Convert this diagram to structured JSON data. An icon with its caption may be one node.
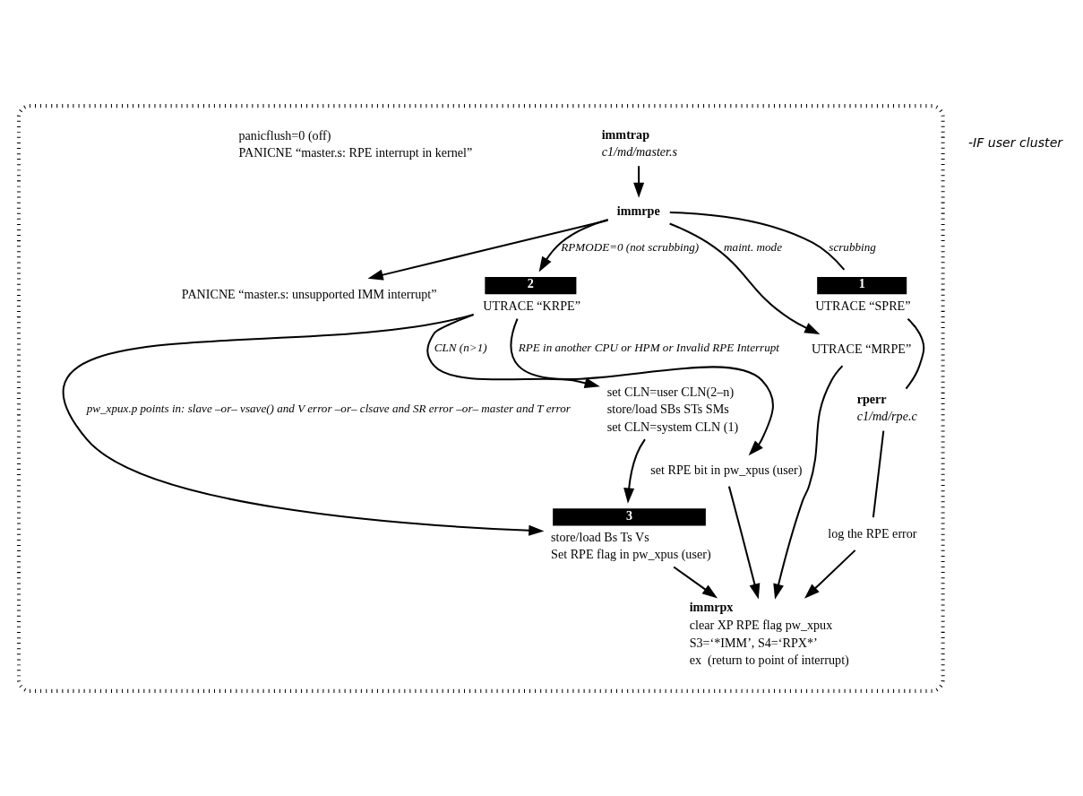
{
  "diagram": {
    "nodes": [
      {
        "text": [],
        "shape": "box"
      },
      {
        "text": [
          "immtrap",
          "c1/md/master.s"
        ],
        "in": 0
      },
      {
        "text": [
          "immrpe"
        ],
        "in": 0
      },
      {
        "text": [
          "PANICNE “master.s: unsupported IMM interrupt”"
        ],
        "in": 0
      },
      {
        "text": [
          "2",
          "UTRACE “KRPE”"
        ],
        "in": 0
      },
      {
        "text": [
          "UTRACE “MRPE”"
        ],
        "in": 0
      },
      {
        "text": [
          "1",
          "UTRACE “SPRE”"
        ],
        "in": 0
      },
      {
        "text": [
          "rperr",
          "c1/md/rpe.c"
        ],
        "in": 0
      },
      {
        "text": [
          "log the RPE error"
        ],
        "in": 0
      },
      {
        "text": [
          "set CLN=user CLN(2–n)",
          "store/load SBs STs SMs",
          "set CLN=system CLN (1)"
        ],
        "in": 0
      },
      {
        "text": [
          "set RPE bit in pw_xpus (user)"
        ],
        "in": 0
      },
      {
        "text": [
          "3",
          "store/load Bs Ts Vs",
          "Set RPE flag in pw_xpus (user)"
        ],
        "in": 0
      },
      {
        "text": [
          "panicflush=0 (off)",
          "PANICNE “master.s: RPE interrupt in kernel”"
        ],
        "in": 0
      },
      {
        "text": [
          "immrpx",
          "clear XP RPE flag pw_xpux",
          "S3=‘*IMM’, S4=‘RPX*’",
          "ex  (return to point of interrupt)"
        ],
        "in": 0
      }
    ],
    "edges": [
      {
        "from": 1,
        "to": 2,
        "arrow": "to"
      },
      {
        "from": 2,
        "to": 3,
        "arrow": "to"
      },
      {
        "from": 2,
        "to": 4,
        "label": "RPMODE=0 (not scrubbing)",
        "arrow": "to"
      },
      {
        "from": 2,
        "to": 5,
        "label": "maint. mode",
        "arrow": "to"
      },
      {
        "from": 2,
        "to": 6,
        "label": "scrubbing",
        "arrow": "none"
      },
      {
        "from": 6,
        "to": 7,
        "arrow": "none"
      },
      {
        "from": 7,
        "to": 8,
        "arrow": "none"
      },
      {
        "from": 8,
        "to": 13,
        "arrow": "to"
      },
      {
        "from": 5,
        "to": 13,
        "arrow": "to"
      },
      {
        "from": 4,
        "to": 9,
        "label": "CLN (n>1)",
        "arrow": "to"
      },
      {
        "from": 4,
        "to": 10,
        "label": "RPE in another CPU or HPM or Invalid RPE Interrupt",
        "arrow": "to"
      },
      {
        "from": 4,
        "to": 11,
        "label": "pw_xpux.p points in: slave –or– vsave() and V error –or– clsave and SR error –or– master and T error",
        "arrow": "to"
      },
      {
        "from": 9,
        "to": 11,
        "arrow": "to"
      },
      {
        "from": 10,
        "to": 13,
        "arrow": "to"
      },
      {
        "from": 11,
        "to": 13,
        "arrow": "to"
      }
    ],
    "labels": [
      "-IF user cluster"
    ]
  }
}
